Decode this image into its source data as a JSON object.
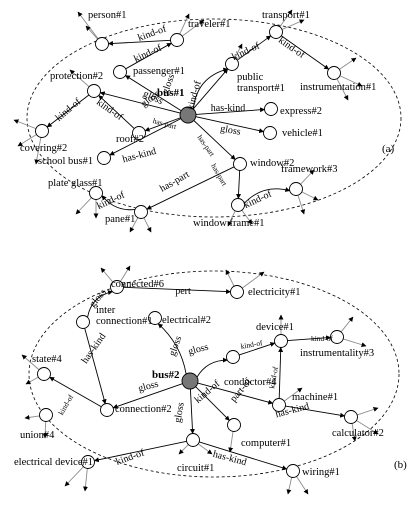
{
  "panels": [
    {
      "label": "(a)",
      "center": "bus#1",
      "nodes": [
        {
          "id": "person",
          "label": "person#1"
        },
        {
          "id": "traveler",
          "label": "traveler#1"
        },
        {
          "id": "transport",
          "label": "transport#1"
        },
        {
          "id": "passenger",
          "label": "passenger#1"
        },
        {
          "id": "public_transport",
          "label": "public\ntransport#1"
        },
        {
          "id": "instrumentation",
          "label": "instrumentation#1"
        },
        {
          "id": "protection",
          "label": "protection#2"
        },
        {
          "id": "express",
          "label": "express#2"
        },
        {
          "id": "roof",
          "label": "roof#2"
        },
        {
          "id": "vehicle",
          "label": "vehicle#1"
        },
        {
          "id": "covering",
          "label": "covering#2"
        },
        {
          "id": "school_bus",
          "label": "school bus#1"
        },
        {
          "id": "window",
          "label": "window#2"
        },
        {
          "id": "framework",
          "label": "framework#3"
        },
        {
          "id": "plate_glass",
          "label": "plate glass#1"
        },
        {
          "id": "pane",
          "label": "pane#1"
        },
        {
          "id": "window_frame",
          "label": "window frame#1"
        }
      ],
      "edges": [
        {
          "from": "traveler",
          "to": "person",
          "label": "kind-of"
        },
        {
          "from": "passenger",
          "to": "traveler",
          "label": "kind-of"
        },
        {
          "from": "bus",
          "to": "passenger",
          "label": "gloss"
        },
        {
          "from": "bus",
          "to": "public_transport",
          "label": "gloss"
        },
        {
          "from": "public_transport",
          "to": "transport",
          "label": "kind-of"
        },
        {
          "from": "transport",
          "to": "instrumentation",
          "label": "kind-of"
        },
        {
          "from": "roof",
          "to": "protection",
          "label": "kind-of"
        },
        {
          "from": "protection",
          "to": "covering",
          "label": "kind-of"
        },
        {
          "from": "bus",
          "to": "protection",
          "label": "gloss"
        },
        {
          "from": "bus",
          "to": "roof",
          "label": "has-part"
        },
        {
          "from": "bus",
          "to": "express",
          "label": "has-kind"
        },
        {
          "from": "bus",
          "to": "vehicle",
          "label": "gloss"
        },
        {
          "from": "bus",
          "to": "school_bus",
          "label": "has-kind"
        },
        {
          "from": "bus",
          "to": "window",
          "label": "has-part"
        },
        {
          "from": "window",
          "to": "pane",
          "label": "has-part"
        },
        {
          "from": "pane",
          "to": "plate_glass",
          "label": "kind-of"
        },
        {
          "from": "window_frame",
          "to": "framework",
          "label": "kind-of"
        },
        {
          "from": "window",
          "to": "window_frame",
          "label": "has-part"
        },
        {
          "from": "bus",
          "to": "public_transport",
          "label": "kind-of"
        }
      ]
    },
    {
      "label": "(b)",
      "center": "bus#2",
      "nodes": [
        {
          "id": "connected",
          "label": "connected#6"
        },
        {
          "id": "electricity",
          "label": "electricity#1"
        },
        {
          "id": "electrical",
          "label": "electrical#2"
        },
        {
          "id": "interconnection",
          "label": "inter\nconnection#1"
        },
        {
          "id": "device",
          "label": "device#1"
        },
        {
          "id": "instrumentality",
          "label": "instrumentality#3"
        },
        {
          "id": "state",
          "label": "state#4"
        },
        {
          "id": "conductor",
          "label": "conductor#4"
        },
        {
          "id": "machine",
          "label": "machine#1"
        },
        {
          "id": "connection",
          "label": "connection#2"
        },
        {
          "id": "union",
          "label": "union#4"
        },
        {
          "id": "computer",
          "label": "computer#1"
        },
        {
          "id": "calculator",
          "label": "calculator#2"
        },
        {
          "id": "electrical_device",
          "label": "electrical device#1"
        },
        {
          "id": "circuit",
          "label": "circuit#1"
        },
        {
          "id": "wiring",
          "label": "wiring#1"
        }
      ],
      "edges": [
        {
          "from": "connected",
          "to": "electricity",
          "label": "pert"
        },
        {
          "from": "interconnection",
          "to": "connected",
          "label": "gloss"
        },
        {
          "from": "bus",
          "to": "electrical",
          "label": "gloss"
        },
        {
          "from": "interconnection",
          "to": "connection",
          "label": "has-kind"
        },
        {
          "from": "bus",
          "to": "conductor",
          "label": "gloss"
        },
        {
          "from": "conductor",
          "to": "device",
          "label": "kind-of"
        },
        {
          "from": "device",
          "to": "instrumentality",
          "label": "kind-of"
        },
        {
          "from": "bus",
          "to": "connection",
          "label": "gloss"
        },
        {
          "from": "connection",
          "to": "state",
          "label": "kind-of"
        },
        {
          "from": "bus",
          "to": "machine",
          "label": "part-of"
        },
        {
          "from": "machine",
          "to": "device",
          "label": "kind-of"
        },
        {
          "from": "machine",
          "to": "calculator",
          "label": "has-kind"
        },
        {
          "from": "bus",
          "to": "computer",
          "label": "kind-of"
        },
        {
          "from": "bus",
          "to": "circuit",
          "label": "gloss"
        },
        {
          "from": "circuit",
          "to": "electrical_device",
          "label": "kind-of"
        },
        {
          "from": "circuit",
          "to": "wiring",
          "label": "has-kind"
        }
      ]
    }
  ]
}
